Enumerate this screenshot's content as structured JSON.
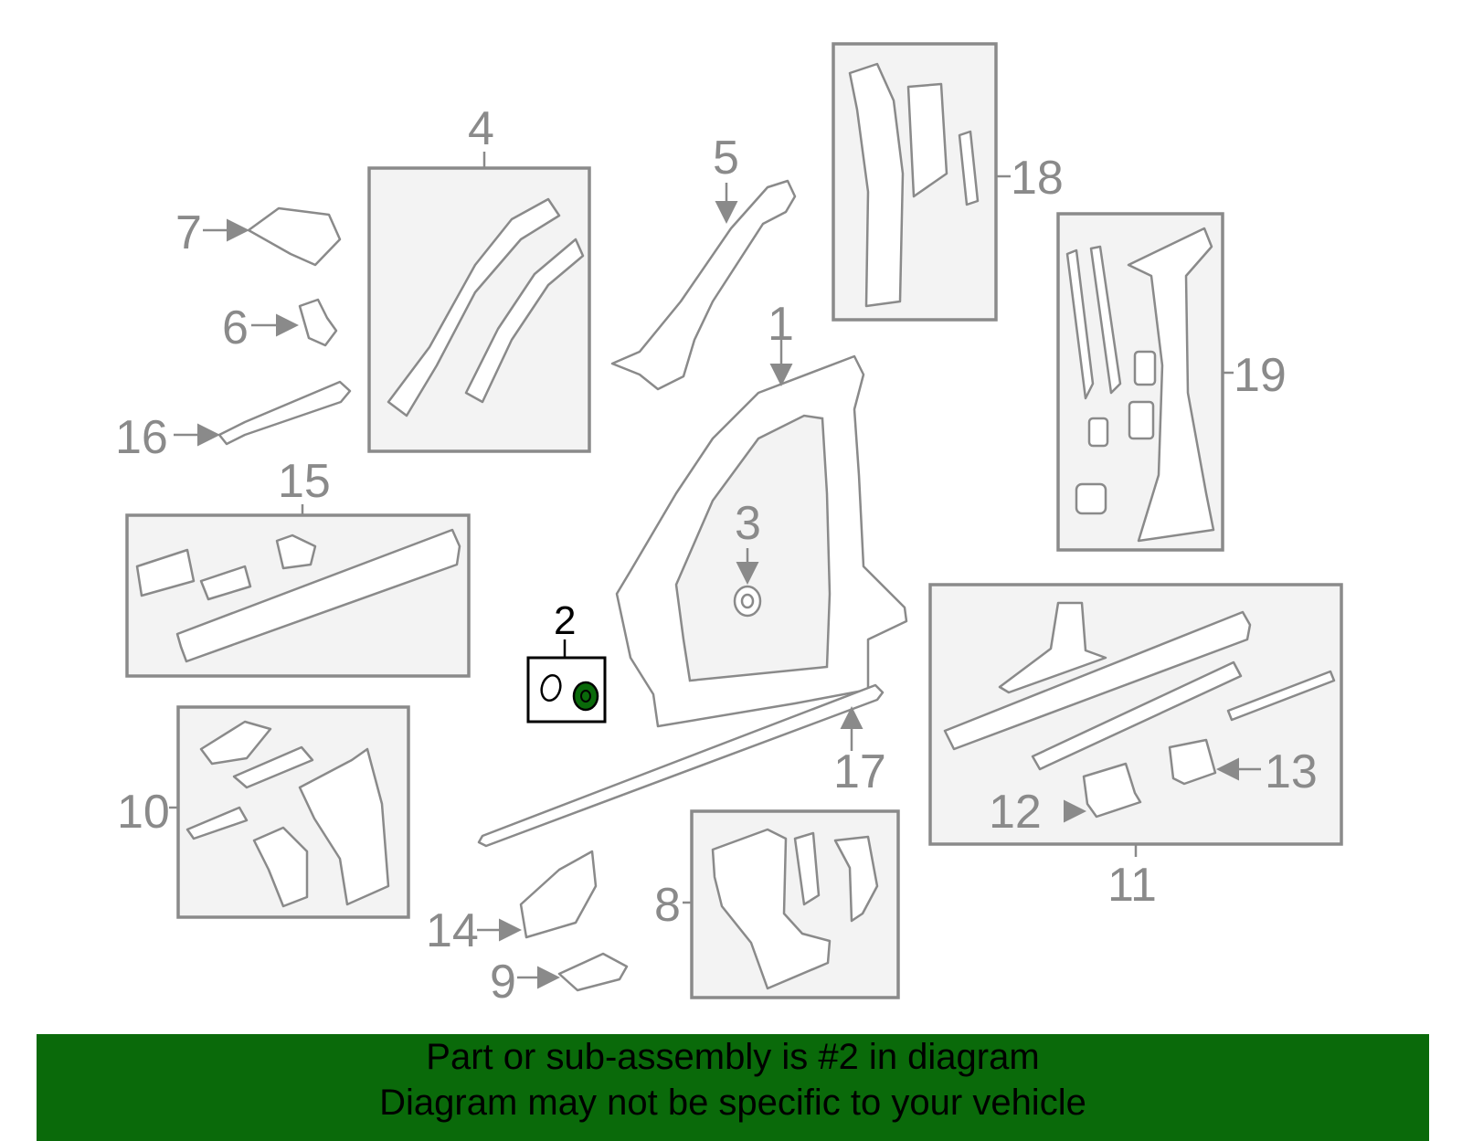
{
  "diagram": {
    "callouts": [
      "1",
      "2",
      "3",
      "4",
      "5",
      "6",
      "7",
      "8",
      "9",
      "10",
      "11",
      "12",
      "13",
      "14",
      "15",
      "16",
      "17",
      "18",
      "19"
    ],
    "highlighted_callout": "2",
    "highlight_color": "#0a6a0a"
  },
  "banner": {
    "line1": "Part or sub-assembly is #2 in diagram",
    "line2": "Diagram may not be specific to your vehicle",
    "background": "#0a6a0a"
  }
}
